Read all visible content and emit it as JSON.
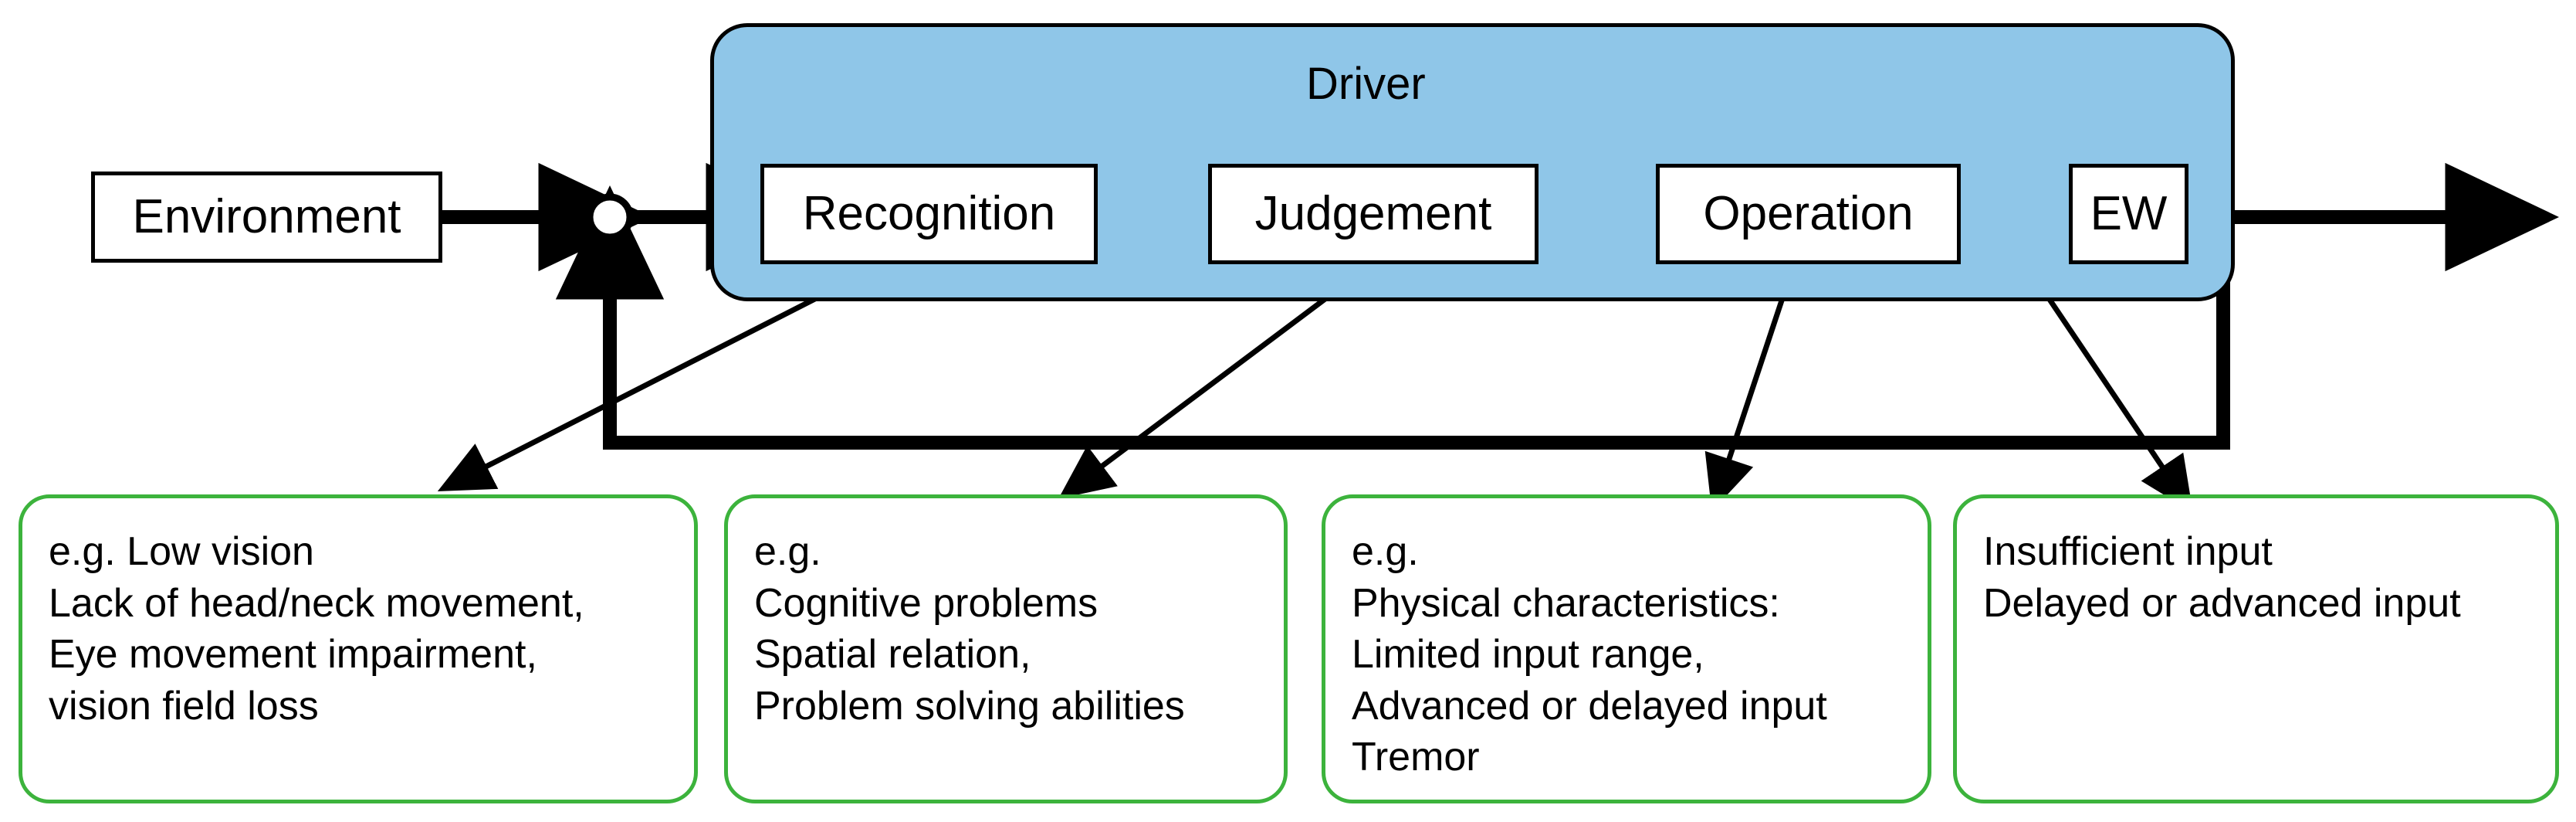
{
  "diagram": {
    "title_label": "Driver",
    "colors": {
      "driver_panel_fill": "#8fc6e8",
      "note_border": "#3cb33c",
      "highlight_ellipse": "#f57c20",
      "line": "#000000",
      "box_fill": "#ffffff"
    },
    "nodes": [
      {
        "id": "environment",
        "label": "Environment"
      },
      {
        "id": "recognition",
        "label": "Recognition"
      },
      {
        "id": "judgement",
        "label": "Judgement"
      },
      {
        "id": "operation",
        "label": "Operation"
      },
      {
        "id": "ew",
        "label": "EW"
      }
    ],
    "summing_junction": {
      "id": "summing-junction",
      "label": ""
    },
    "highlight": {
      "id": "ew-input-highlight",
      "shape": "ellipse"
    },
    "notes": [
      {
        "id": "note-recognition",
        "lines": [
          "e.g. Low vision",
          "Lack of head/neck movement,",
          "Eye movement impairment,",
          "vision field loss"
        ]
      },
      {
        "id": "note-judgement",
        "lines": [
          "e.g.",
          "Cognitive problems",
          "Spatial relation,",
          "Problem solving abilities"
        ]
      },
      {
        "id": "note-operation",
        "lines": [
          "e.g.",
          "Physical characteristics:",
          "Limited input range,",
          "Advanced or delayed input",
          "Tremor"
        ]
      },
      {
        "id": "note-ew",
        "lines": [
          "Insufficient input",
          "Delayed or advanced input"
        ]
      }
    ]
  }
}
